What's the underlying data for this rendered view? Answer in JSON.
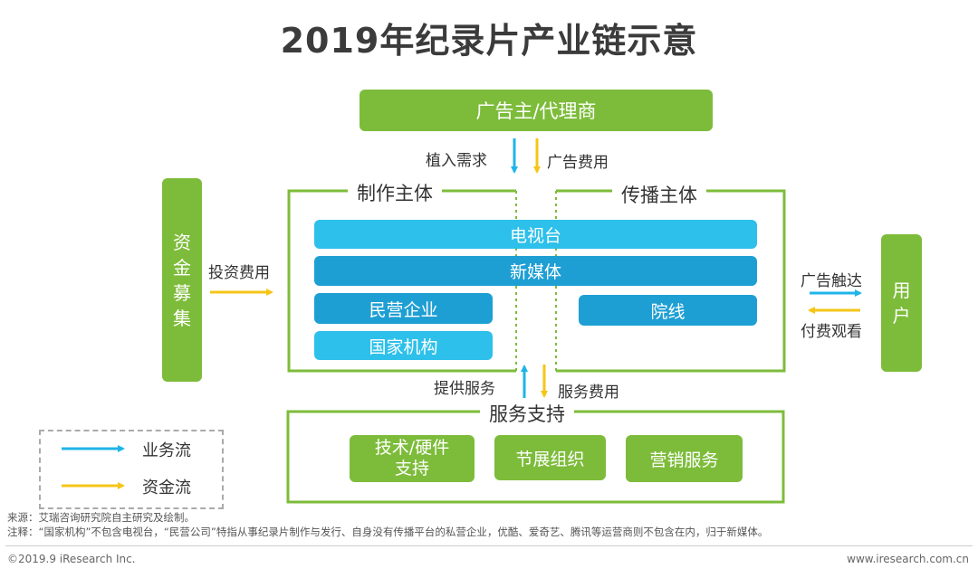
{
  "title": "2019年纪录片产业链示意",
  "advertiser": "广告主/代理商",
  "arrows_top": {
    "demand": "植入需求",
    "ad_fee": "广告费用"
  },
  "production": {
    "label": "制作主体"
  },
  "distribution": {
    "label": "传播主体"
  },
  "boxes": {
    "tv": "电视台",
    "new_media": "新媒体",
    "private_company": "民营企业",
    "state_institution": "国家机构",
    "cinema": "院线"
  },
  "funding": {
    "lines": [
      "资",
      "金",
      "募",
      "集"
    ],
    "arrow_label": "投资费用"
  },
  "user": {
    "lines": [
      "用",
      "户"
    ],
    "reach": "广告触达",
    "pay": "付费观看"
  },
  "arrows_bottom": {
    "provide": "提供服务",
    "fee": "服务费用"
  },
  "service": {
    "label": "服务支持",
    "items": {
      "tech_line1": "技术/硬件",
      "tech_line2": "支持",
      "festival": "节展组织",
      "marketing": "营销服务"
    }
  },
  "legend": {
    "business": "业务流",
    "funds": "资金流"
  },
  "colors": {
    "green": "#7dbc3a",
    "blue_light": "#2dc0ea",
    "blue_dark": "#1e9fd3",
    "arrow_blue": "#1fb4e8",
    "arrow_yellow": "#f5c518"
  },
  "notes": {
    "source": "来源：艾瑞咨询研究院自主研究及绘制。",
    "remark": "注释：“国家机构”不包含电视台，“民营公司”特指从事纪录片制作与发行、自身没有传播平台的私营企业，优酷、爱奇艺、腾讯等运营商则不包含在内，归于新媒体。"
  },
  "footer": {
    "copyright": "©2019.9 iResearch Inc.",
    "website": "www.iresearch.com.cn"
  }
}
